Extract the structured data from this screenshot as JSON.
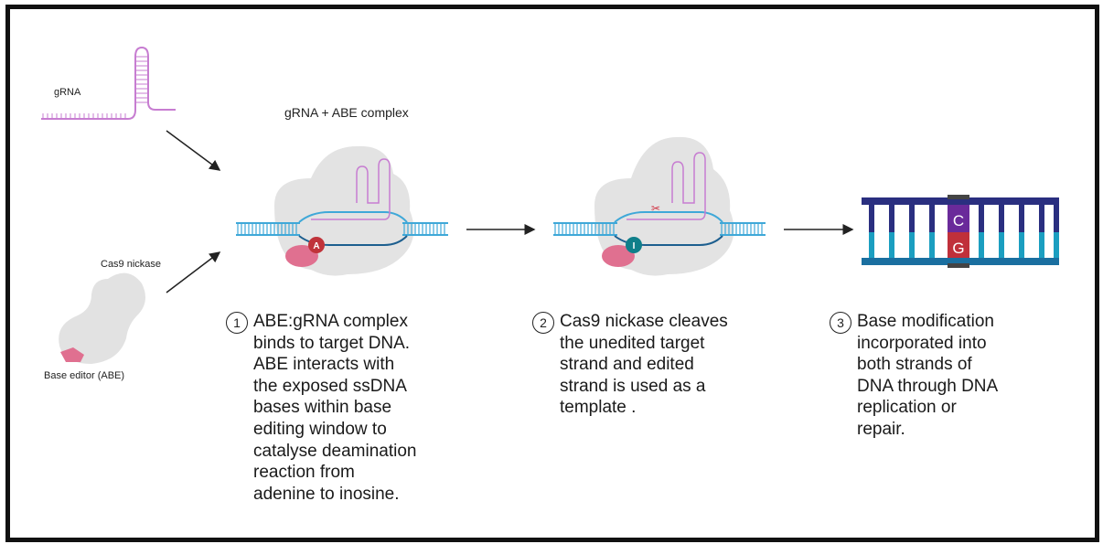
{
  "labels": {
    "grna": "gRNA",
    "cas9": "Cas9 nickase",
    "base_editor": "Base editor (ABE)",
    "complex": "gRNA + ABE complex"
  },
  "badges": {
    "adenine": "A",
    "inosine": "I",
    "cytosine": "C",
    "guanine": "G"
  },
  "steps": [
    {
      "number": "1",
      "text": "ABE:gRNA complex\nbinds to target DNA.\nABE interacts with\nthe exposed ssDNA\nbases within base\nediting window to\ncatalyse deamination\nreaction from\nadenine to inosine."
    },
    {
      "number": "2",
      "text": "Cas9 nickase cleaves\nthe unedited target\nstrand and edited\nstrand is used as a\ntemplate ."
    },
    {
      "number": "3",
      "text": "Base modification\nincorporated into\nboth strands of\nDNA through DNA\nreplication or\nrepair."
    }
  ],
  "colors": {
    "rna": "#c77dd1",
    "dna_light": "#3fa8d8",
    "dna_dark": "#1d5f8f",
    "protein": "#e0e0e0",
    "editor": "#e07090",
    "adenine_badge": "#c0333a",
    "inosine_badge": "#0f7f8a",
    "ladder_top": "#2a2f80",
    "ladder_bottom": "#1b9ec0",
    "c_base": "#6a2a9a",
    "g_base": "#c0303a"
  }
}
